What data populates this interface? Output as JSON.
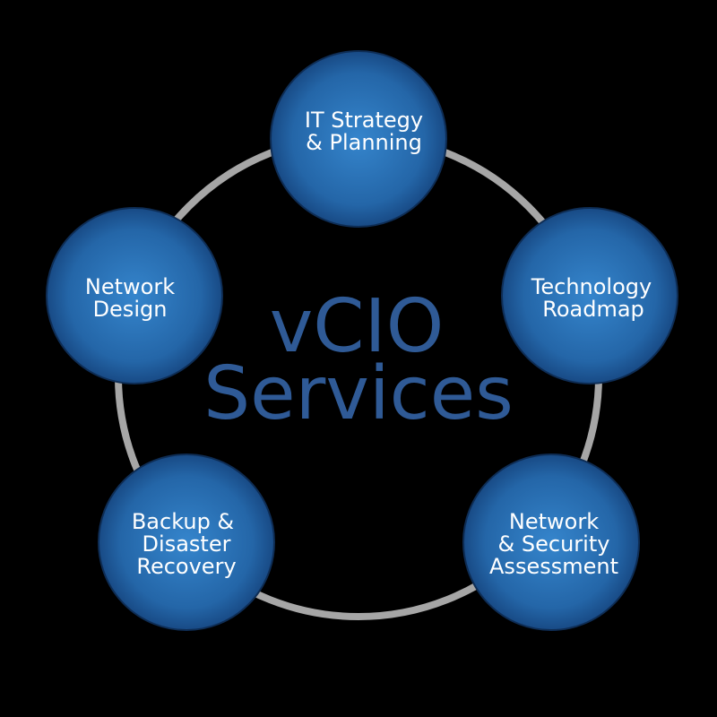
{
  "title": {
    "line1": "vCIO",
    "line2": "Services"
  },
  "colors": {
    "background": "#000000",
    "ring": "#a6a6a6",
    "node_center": "#3585cc",
    "node_edge": "#184a85",
    "title": "#2f5a96"
  },
  "nodes": [
    {
      "id": "it-strategy",
      "lines": [
        "IT Strategy",
        "& Planning"
      ]
    },
    {
      "id": "technology-roadmap",
      "lines": [
        "Technology",
        "Roadmap"
      ]
    },
    {
      "id": "network-security",
      "lines": [
        "Network",
        "& Security",
        "Assessment"
      ]
    },
    {
      "id": "backup-recovery",
      "lines": [
        "Backup &",
        "Disaster",
        "Recovery"
      ]
    },
    {
      "id": "network-design",
      "lines": [
        "Network",
        "Design"
      ]
    }
  ]
}
